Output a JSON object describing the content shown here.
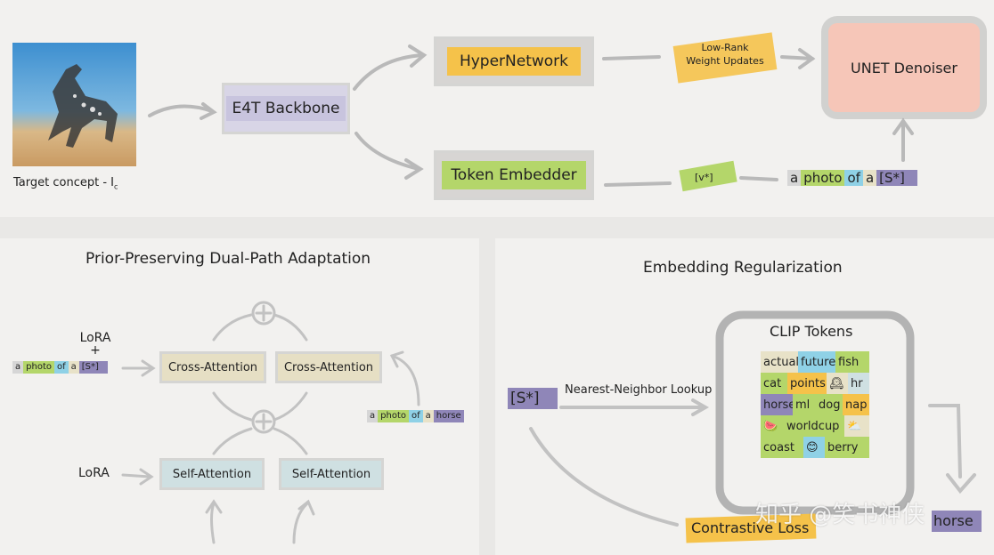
{
  "top": {
    "target_caption": "Target concept - I",
    "target_caption_sub": "c",
    "backbone": "E4T Backbone",
    "hypernetwork": "HyperNetwork",
    "token_embedder": "Token Embedder",
    "low_rank": "Low-Rank",
    "weight_updates": "Weight Updates",
    "v_star": "[v*]",
    "unet": "UNET Denoiser",
    "prompt_tokens": [
      "a",
      "photo",
      "of",
      "a",
      "[S*]"
    ]
  },
  "left": {
    "title": "Prior-Preserving Dual-Path Adaptation",
    "lora_top": "LoRA",
    "plus": "+",
    "lora_bottom": "LoRA",
    "cross_attn_1": "Cross-Attention",
    "cross_attn_2": "Cross-Attention",
    "self_attn_1": "Self-Attention",
    "self_attn_2": "Self-Attention",
    "prompt_small": [
      "a",
      "photo",
      "of",
      "a",
      "[S*]"
    ],
    "prompt_horse": [
      "a",
      "photo",
      "of",
      "a",
      "horse"
    ]
  },
  "right": {
    "title": "Embedding Regularization",
    "s_star": "[S*]",
    "nn_lookup": "Nearest-Neighbor Lookup",
    "clip_title": "CLIP Tokens",
    "clip_rows": [
      [
        "actual",
        "future",
        "fish"
      ],
      [
        "cat",
        "points",
        "🕰",
        "hr"
      ],
      [
        "horse",
        "ml",
        "dog",
        "nap"
      ],
      [
        "🍉",
        "worldcup",
        "⛅"
      ],
      [
        "coast",
        "😊",
        "berry"
      ]
    ],
    "contrastive": "Contrastive Loss",
    "horse_token": "horse"
  },
  "watermark": "知乎 @笑书神侠",
  "colors": {
    "hypernetwork": "#f5c24a",
    "token_embedder": "#b4d66a",
    "unet": "#f6c6b8",
    "backbone": "#c8c4de",
    "attention_cross": "#e6dfc4",
    "attention_self": "#cfe0e2",
    "s_star": "#8f86b8"
  }
}
